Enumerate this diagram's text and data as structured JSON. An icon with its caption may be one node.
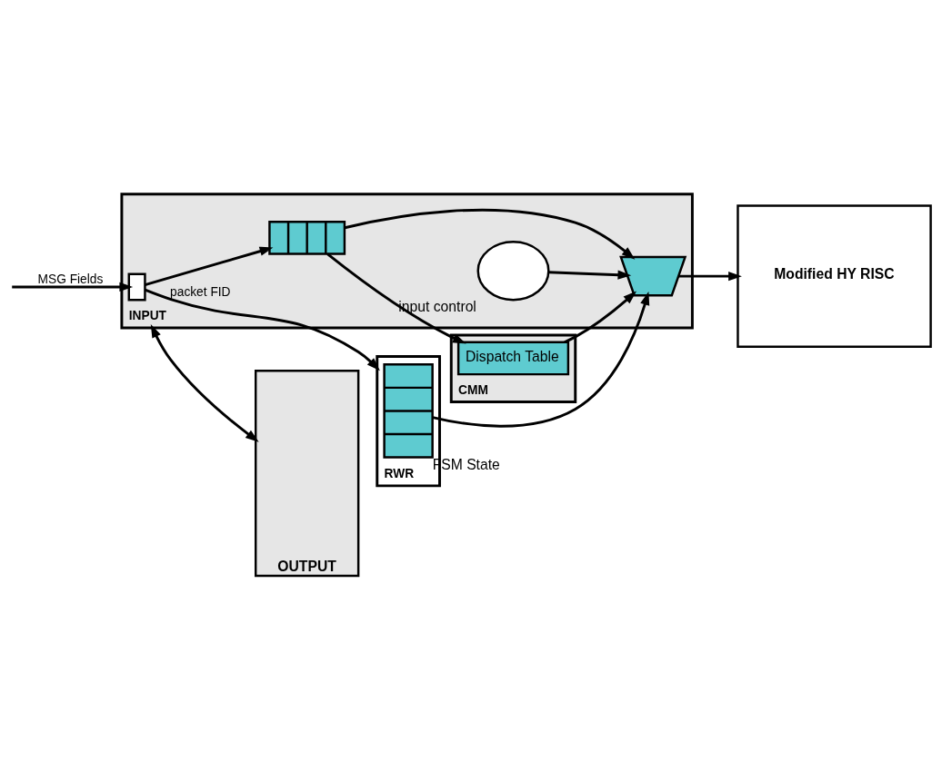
{
  "diagram": {
    "nodes": [
      {
        "text": [
          "RWR"
        ]
      },
      {
        "text": [],
        "shape": "bar",
        "in": 0,
        "beside": [
          "FSM State"
        ]
      },
      {
        "text": [
          "INPUT"
        ]
      },
      {
        "text": [],
        "shape": "box",
        "in": 2
      },
      {
        "text": [],
        "shape": "bar",
        "in": 2
      },
      {
        "text": [],
        "shape": "trapezoid",
        "in": 2
      },
      {
        "text": [],
        "shape": "cloud",
        "in": 2,
        "beside": [
          "input control"
        ]
      },
      {
        "text": [
          "CMM"
        ]
      },
      {
        "text": [
          "Dispatch Table"
        ],
        "in": 7
      },
      {
        "text": [
          "OUTPUT"
        ]
      },
      {
        "text": [
          "Modified HY RISC"
        ]
      }
    ],
    "edges": [
      {
        "from": null,
        "to": 3,
        "arrow": "to",
        "label": "MSG Fields"
      },
      {
        "from": 3,
        "to": 0,
        "arrow": "to",
        "label": "packet FID"
      },
      {
        "from": 3,
        "to": 4,
        "arrow": "to"
      },
      {
        "from": 4,
        "to": 8,
        "arrow": "to"
      },
      {
        "from": 4,
        "to": 5,
        "arrow": "to"
      },
      {
        "from": 1,
        "to": 5,
        "arrow": "to"
      },
      {
        "from": 8,
        "to": 5,
        "arrow": "to"
      },
      {
        "from": 6,
        "to": 5,
        "arrow": "to"
      },
      {
        "from": 2,
        "to": 9,
        "arrow": "both"
      },
      {
        "from": 5,
        "to": 10,
        "arrow": "to"
      }
    ]
  }
}
